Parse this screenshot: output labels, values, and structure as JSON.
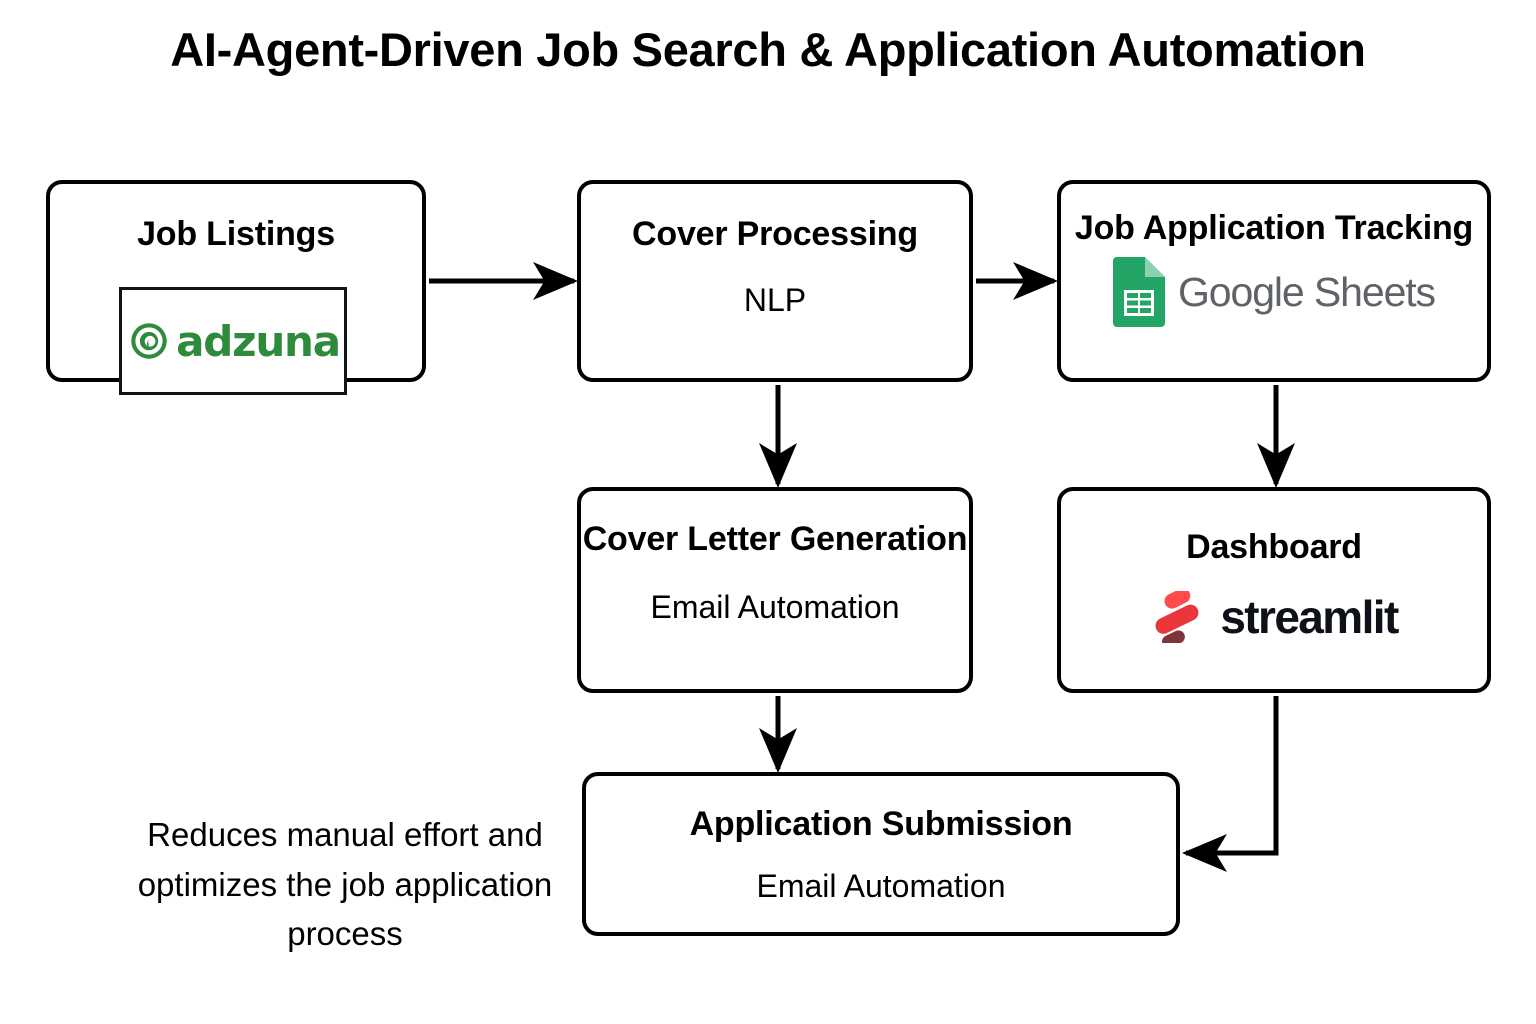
{
  "diagram": {
    "title": "AI-Agent-Driven Job Search & Application Automation",
    "caption": "Reduces manual effort and optimizes the job application process",
    "background": "#ffffff",
    "stroke": "#000000",
    "nodes": [
      {
        "id": "job-listings",
        "header": "Job Listings",
        "logo": "adzuna-logo",
        "logo_text": "adzuna",
        "logo_color": "#2e8b3c"
      },
      {
        "id": "cover-processing",
        "header": "Cover Processing",
        "sub": "NLP"
      },
      {
        "id": "job-application-tracking",
        "header": "Job Application Tracking",
        "logo": "google-sheets-logo",
        "logo_text": "Google Sheets",
        "logo_color": "#23a566",
        "logo_text_color": "#5f6368"
      },
      {
        "id": "cover-letter-generation",
        "header": "Cover Letter Generation",
        "sub": "Email Automation"
      },
      {
        "id": "dashboard",
        "header": "Dashboard",
        "logo": "streamlit-logo",
        "logo_text": "streamlit",
        "logo_color": "#ff4b4b",
        "logo_accent_color": "#7d353b"
      },
      {
        "id": "application-submission",
        "header": "Application Submission",
        "sub": "Email Automation"
      }
    ],
    "edges": [
      {
        "from": "job-listings",
        "to": "cover-processing",
        "direction": "right"
      },
      {
        "from": "cover-processing",
        "to": "job-application-tracking",
        "direction": "right"
      },
      {
        "from": "cover-processing",
        "to": "cover-letter-generation",
        "direction": "down"
      },
      {
        "from": "job-application-tracking",
        "to": "dashboard",
        "direction": "down"
      },
      {
        "from": "cover-letter-generation",
        "to": "application-submission",
        "direction": "down"
      },
      {
        "from": "dashboard",
        "to": "application-submission",
        "direction": "down-left"
      }
    ]
  }
}
